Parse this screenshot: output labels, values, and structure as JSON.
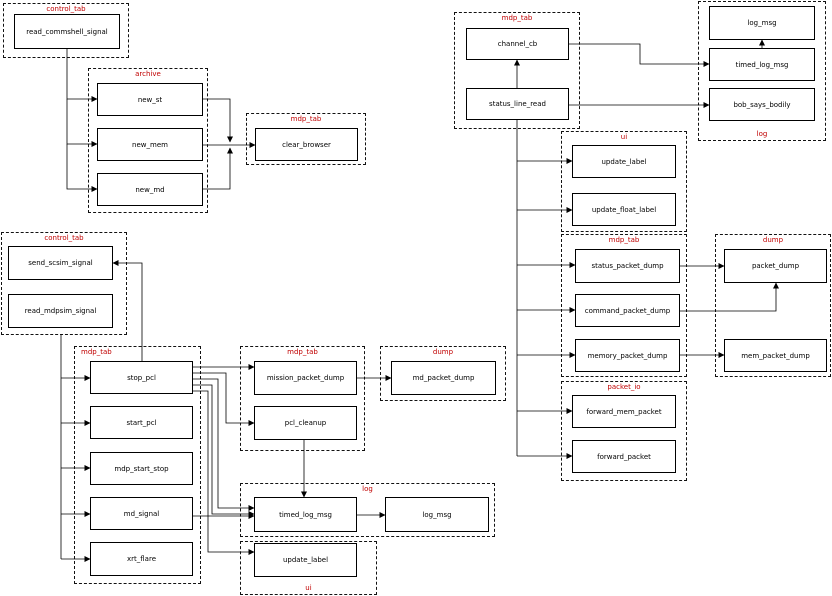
{
  "groups": {
    "control_tab_a": "control_tab",
    "archive": "archive",
    "mdp_tab_a": "mdp_tab",
    "mdp_tab_top": "mdp_tab",
    "log_top": "log",
    "ui_a": "ui",
    "mdp_tab_right": "mdp_tab",
    "dump_right": "dump",
    "packet_io": "packet_io",
    "control_tab_b": "control_tab",
    "mdp_tab_bottom": "mdp_tab",
    "mdp_tab_c": "mdp_tab",
    "dump_c": "dump",
    "log_bottom": "log",
    "ui_bottom": "ui"
  },
  "nodes": {
    "read_commshell_signal": "read_commshell_signal",
    "new_st": "new_st",
    "new_mem": "new_mem",
    "new_md": "new_md",
    "clear_browser": "clear_browser",
    "channel_cb": "channel_cb",
    "status_line_read": "status_line_read",
    "log_msg_top": "log_msg",
    "timed_log_msg_top": "timed_log_msg",
    "bob_says_bodily": "bob_says_bodily",
    "update_label_top": "update_label",
    "update_float_label": "update_float_label",
    "status_packet_dump": "status_packet_dump",
    "command_packet_dump": "command_packet_dump",
    "memory_packet_dump": "memory_packet_dump",
    "packet_dump": "packet_dump",
    "mem_packet_dump": "mem_packet_dump",
    "forward_mem_packet": "forward_mem_packet",
    "forward_packet": "forward_packet",
    "send_scsim_signal": "send_scsim_signal",
    "read_mdpsim_signal": "read_mdpsim_signal",
    "stop_pcl": "stop_pcl",
    "start_pcl": "start_pcl",
    "mdp_start_stop": "mdp_start_stop",
    "md_signal": "md_signal",
    "xrt_flare": "xrt_flare",
    "mission_packet_dump": "mission_packet_dump",
    "md_packet_dump": "md_packet_dump",
    "pcl_cleanup": "pcl_cleanup",
    "timed_log_msg_bottom": "timed_log_msg",
    "log_msg_bottom": "log_msg",
    "update_label_bottom": "update_label"
  },
  "colors": {
    "group_label": "#c00000",
    "line": "#000000"
  }
}
